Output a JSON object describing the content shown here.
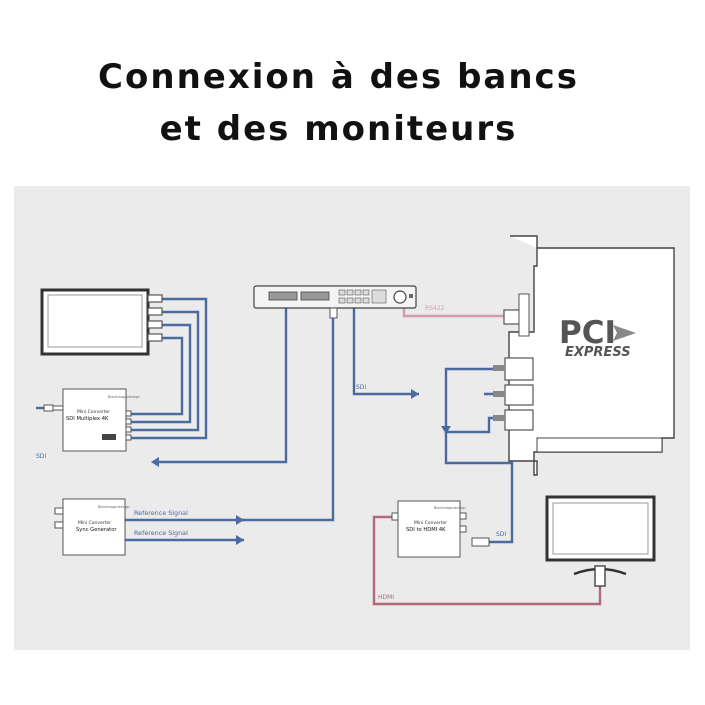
{
  "title": {
    "line1": "Connexion à des bancs",
    "line2": "et des moniteurs"
  },
  "colors": {
    "background": "#ebebeb",
    "sdi_cable": "#4a6aa0",
    "hdmi_cable": "#b0687a",
    "rs422_cable": "#d49ab2",
    "device": "#ffffff",
    "outline": "#555555"
  },
  "cables": {
    "sdi_top": "SDI",
    "sdi_left": "SDI",
    "sdi_right": "SDI",
    "rs422": "RS422",
    "hdmi": "HDMI",
    "reference_1": "Reference Signal",
    "reference_2": "Reference Signal"
  },
  "devices": {
    "multiplex": {
      "brand": "Blackmagicdesign",
      "line1": "Mini Converter",
      "line2": "SDI Multiplex 4K"
    },
    "sync": {
      "brand": "Blackmagicdesign",
      "line1": "Mini Converter",
      "line2": "Sync Generator"
    },
    "hdmi_conv": {
      "brand": "Blackmagicdesign",
      "line1": "Mini Converter",
      "line2": "SDI to HDMI 4K"
    },
    "pcie": {
      "line1": "PCI",
      "line2": "EXPRESS"
    }
  }
}
